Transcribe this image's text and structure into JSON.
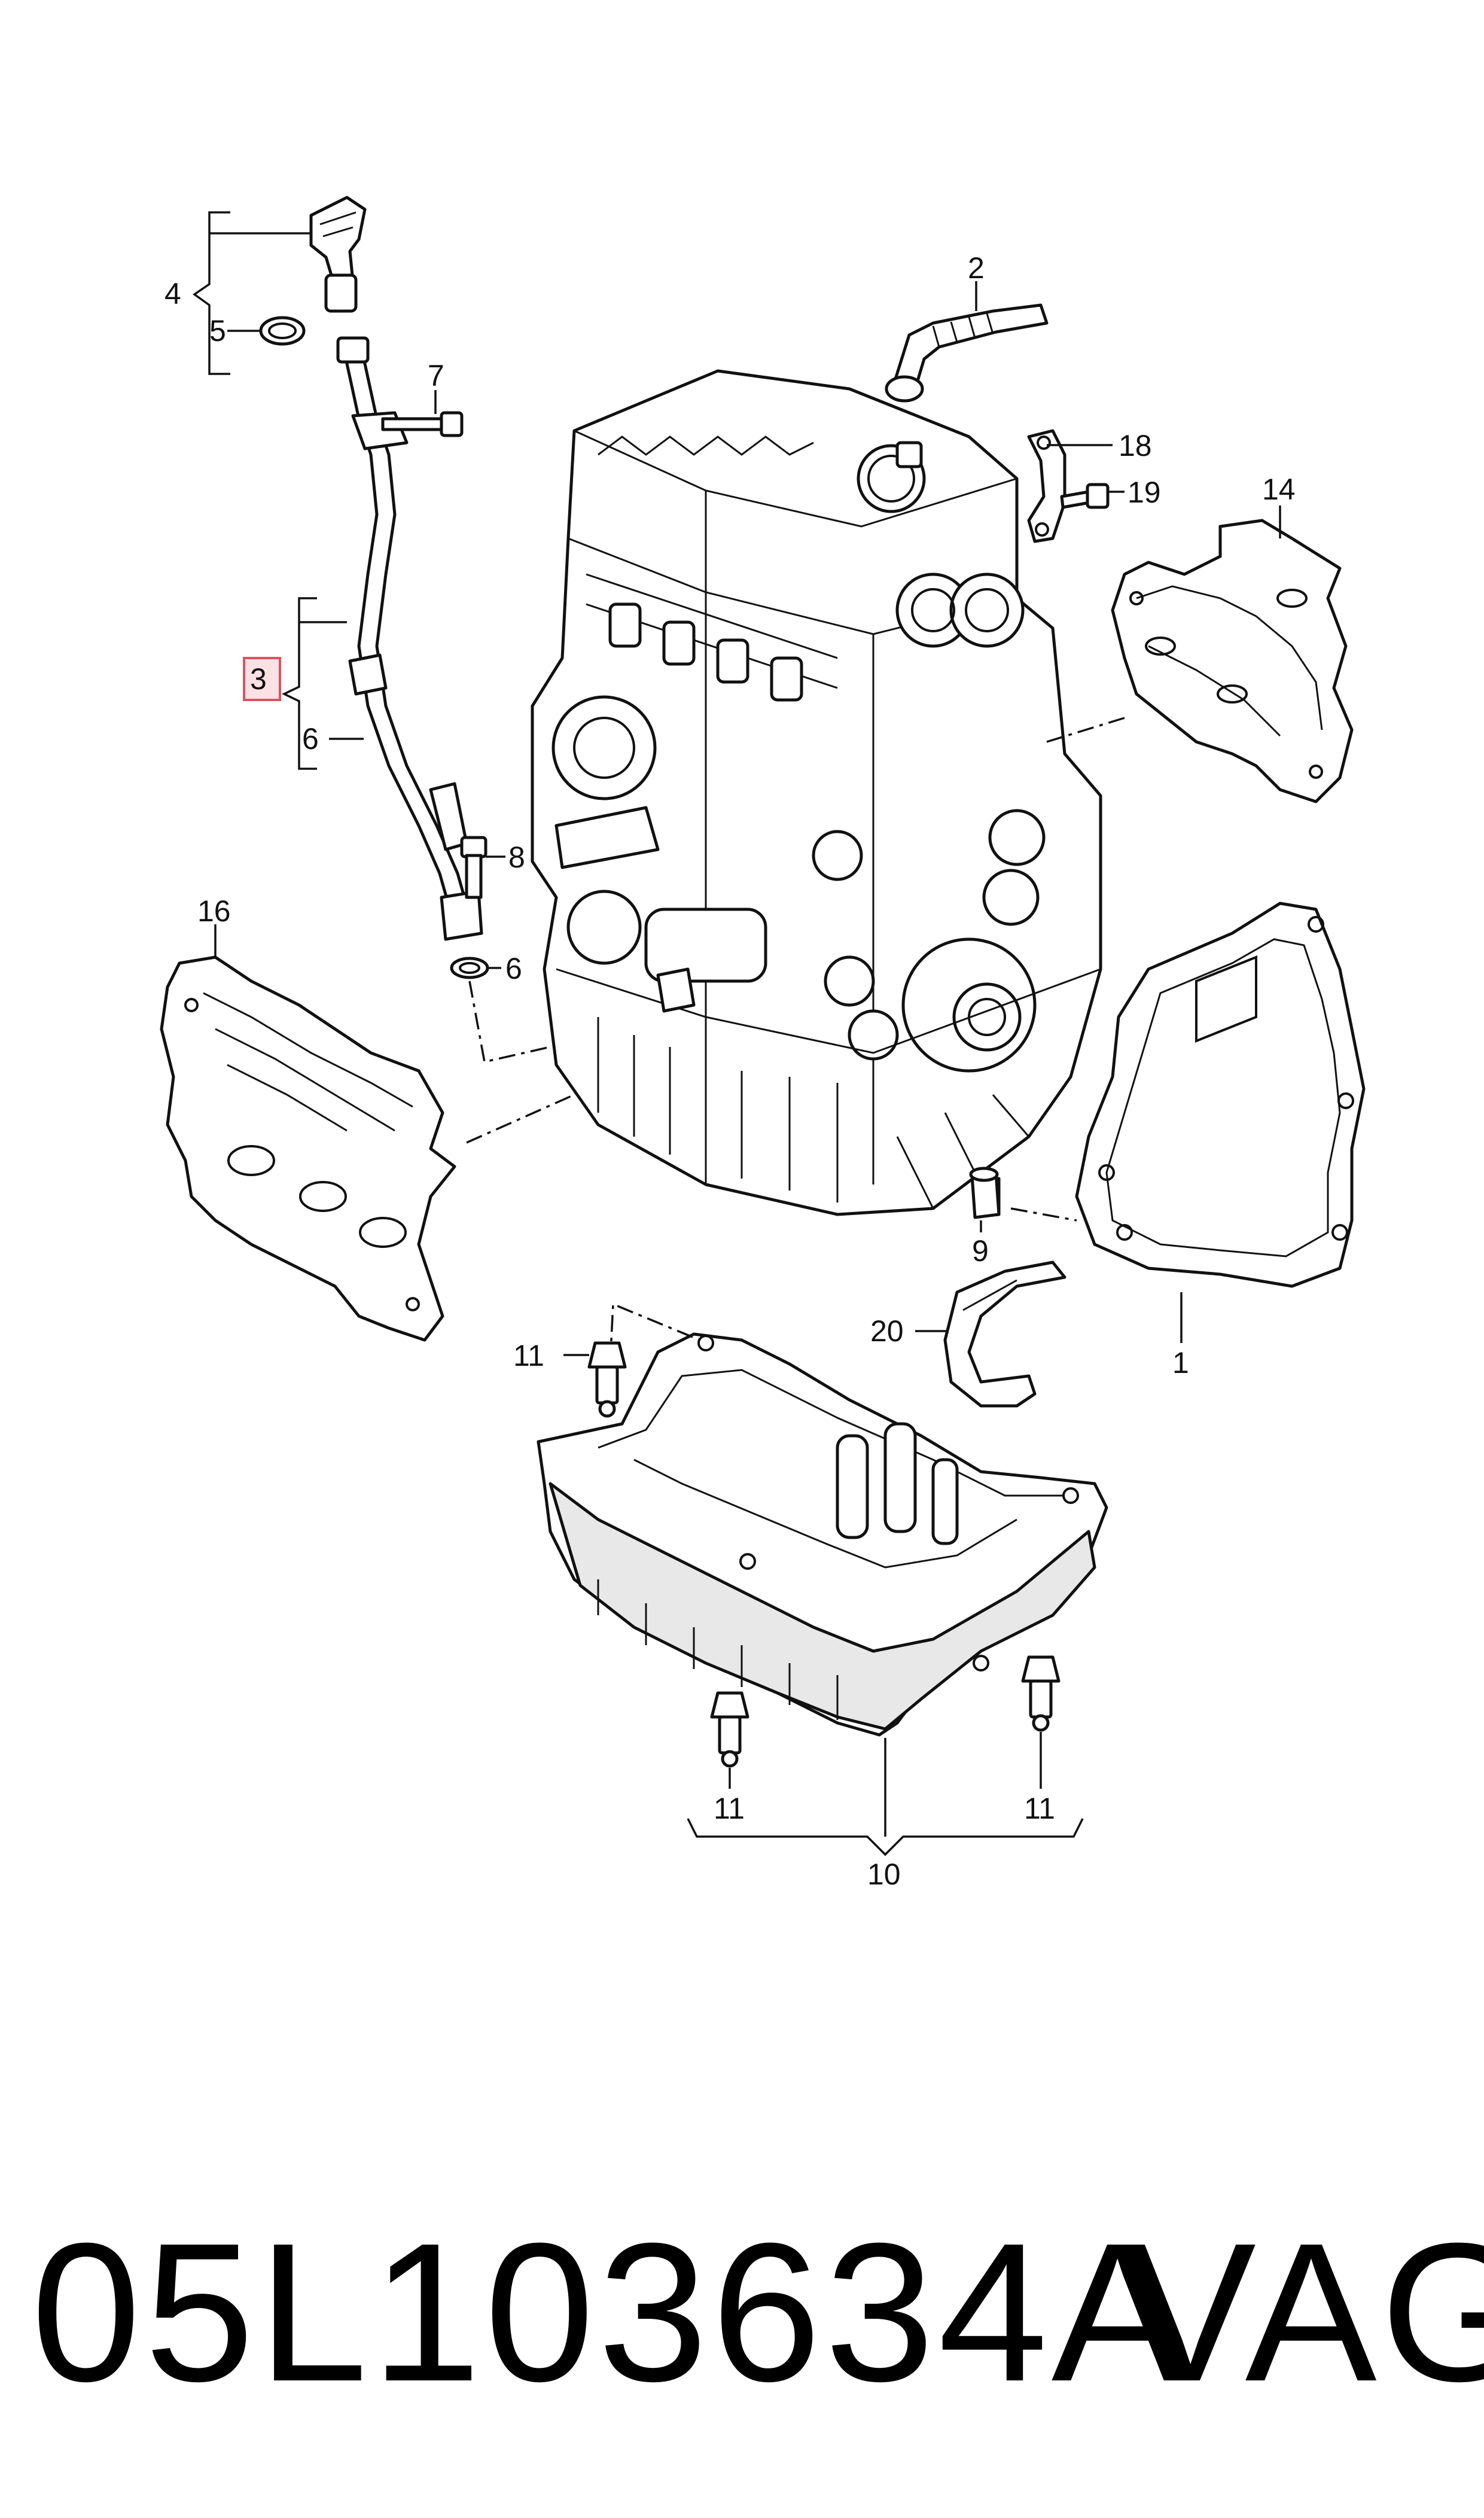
{
  "labels": {
    "l1": "1",
    "l2": "2",
    "l3": "3",
    "l4": "4",
    "l5": "5",
    "l6a": "6",
    "l6b": "6",
    "l7": "7",
    "l8": "8",
    "l9": "9",
    "l10": "10",
    "l11a": "11",
    "l11b": "11",
    "l11c": "11",
    "l14": "14",
    "l16": "16",
    "l18": "18",
    "l19": "19",
    "l20": "20"
  },
  "highlighted_label": "3",
  "colors": {
    "highlight_fill": "#fbe1e4",
    "highlight_stroke": "#d9535f",
    "line": "#111111"
  },
  "footer": {
    "part_number": "05L103634A",
    "brand": "VAG"
  }
}
